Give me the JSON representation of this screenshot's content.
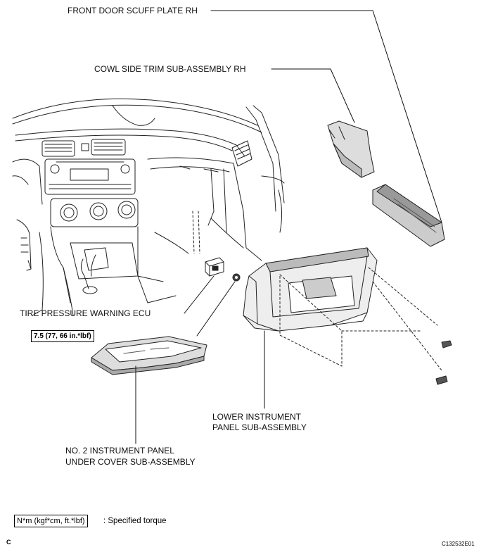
{
  "labels": {
    "scuff_plate": "FRONT DOOR SCUFF PLATE RH",
    "cowl_trim": "COWL SIDE TRIM SUB-ASSEMBLY RH",
    "tpw_ecu": "TIRE PRESSURE WARNING ECU",
    "torque_value": "7.5 (77, 66 in.*lbf)",
    "lower_panel_line1": "LOWER INSTRUMENT",
    "lower_panel_line2": "PANEL SUB-ASSEMBLY",
    "under_cover_line1": "NO. 2 INSTRUMENT PANEL",
    "under_cover_line2": "UNDER COVER SUB-ASSEMBLY"
  },
  "legend": {
    "unit_box": "N*m (kgf*cm, ft.*lbf)",
    "description": ": Specified torque"
  },
  "footer": {
    "corner_letter": "C",
    "figure_id": "C132532E01"
  }
}
